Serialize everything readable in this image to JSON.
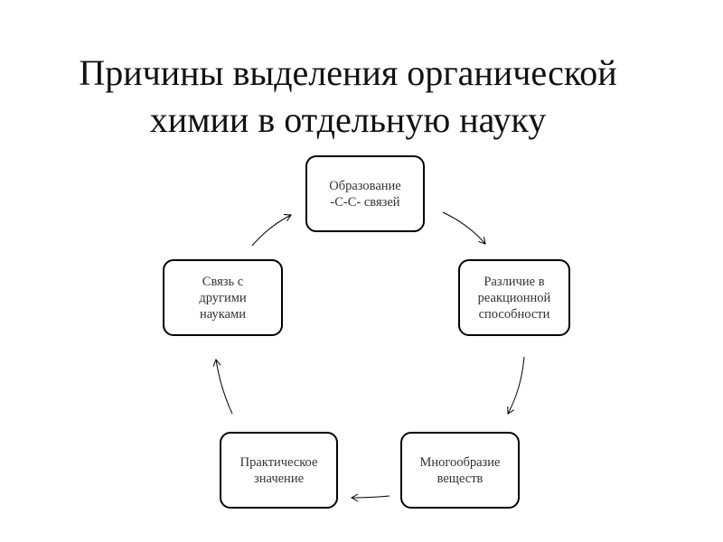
{
  "title": {
    "line1": "Причины выделения органической",
    "line2": "химии в отдельную науку"
  },
  "nodes": [
    {
      "line1": "Образование",
      "line2": "-С-С- связей",
      "line3": ""
    },
    {
      "line1": "Различие в",
      "line2": "реакционной",
      "line3": "способности"
    },
    {
      "line1": "Многообразие",
      "line2": "веществ",
      "line3": ""
    },
    {
      "line1": "Практическое",
      "line2": "значение",
      "line3": ""
    },
    {
      "line1": "Связь с",
      "line2": "другими",
      "line3": "науками"
    }
  ]
}
